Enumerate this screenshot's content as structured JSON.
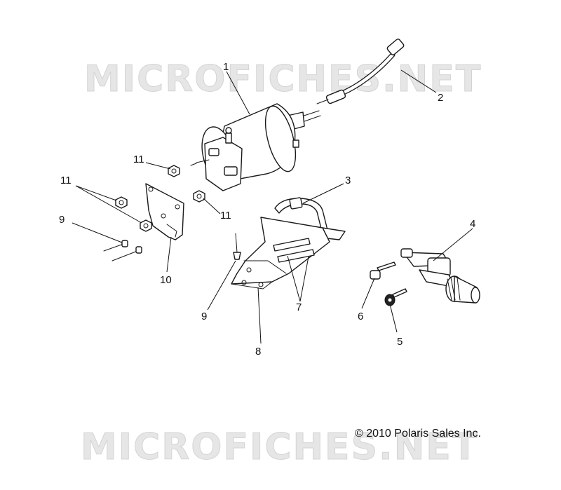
{
  "watermark": {
    "top_text": "MICROFICHES.NET",
    "bottom_text": "MICROFICHES.NET"
  },
  "copyright": "© 2010 Polaris Sales Inc.",
  "callouts": {
    "c1": "1",
    "c2": "2",
    "c3": "3",
    "c4": "4",
    "c5": "5",
    "c6": "6",
    "c7": "7",
    "c8": "8",
    "c9_left": "9",
    "c9_mid": "9",
    "c10": "10",
    "c11_top": "11",
    "c11_left": "11",
    "c11_right": "11"
  }
}
